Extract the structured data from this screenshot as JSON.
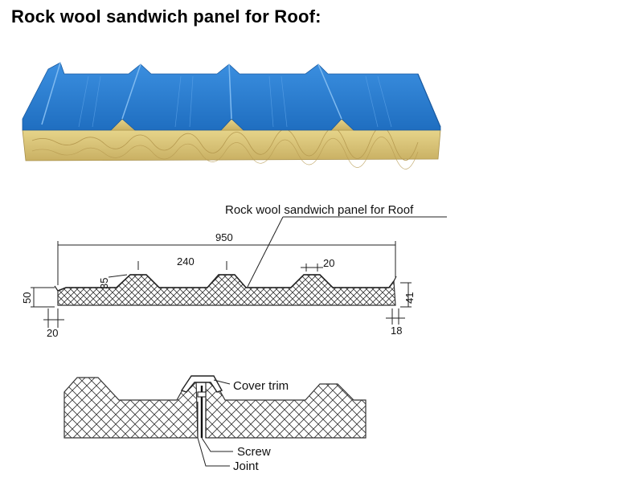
{
  "title": "Rock wool sandwich panel for Roof:",
  "section": {
    "callout": "Rock wool sandwich panel for Roof",
    "dim_width": "950",
    "dim_pitch": "240",
    "dim_rib_top": "20",
    "dim_rib_height": "35",
    "dim_left_height": "50",
    "dim_left_edge": "20",
    "dim_right_height": "41",
    "dim_right_edge": "18"
  },
  "joint": {
    "cover_trim": "Cover trim",
    "screw": "Screw",
    "joint": "Joint"
  },
  "colors": {
    "steel_blue": "#2e7fd0",
    "rock_wool": "#d9c57a"
  }
}
